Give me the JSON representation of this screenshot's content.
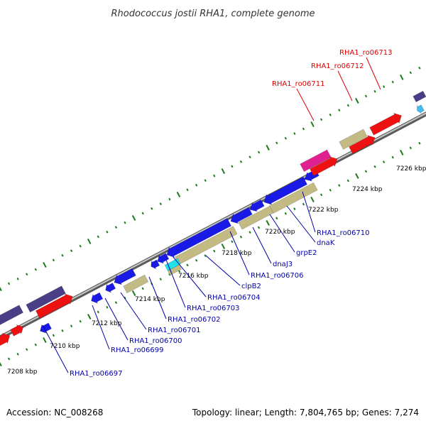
{
  "title": "Rhodococcus jostii RHA1, complete genome",
  "accession": "Accession: NC_008268",
  "summary": "Topology: linear; Length: 7,804,765 bp; Genes: 7,274",
  "colors": {
    "blue_gene": "#1a1ae6",
    "red_gene": "#ee1111",
    "khaki_gene": "#c4bb84",
    "purple_gene": "#4a3f86",
    "magenta_gene": "#e0208e",
    "cyan_gene": "#20e0e8",
    "light_blue_gene": "#44bbee",
    "label_blue": "#0000aa",
    "label_red": "#dd0000",
    "tick_green": "#1b7a1b"
  },
  "scale_labels": [
    "7208 kbp",
    "7210 kbp",
    "7212 kbp",
    "7214 kbp",
    "7216 kbp",
    "7218 kbp",
    "7220 kbp",
    "7222 kbp",
    "7224 kbp",
    "7226 kbp"
  ],
  "lower_gene_labels": [
    "RHA1_ro06697",
    "RHA1_ro06699",
    "RHA1_ro06700",
    "RHA1_ro06701",
    "RHA1_ro06702",
    "RHA1_ro06703",
    "RHA1_ro06704",
    "clpB2",
    "RHA1_ro06706",
    "dnaJ3",
    "grpE2",
    "dnaK",
    "RHA1_ro06710"
  ],
  "upper_gene_labels": [
    "RHA1_ro06711",
    "RHA1_ro06712",
    "RHA1_ro06713"
  ]
}
